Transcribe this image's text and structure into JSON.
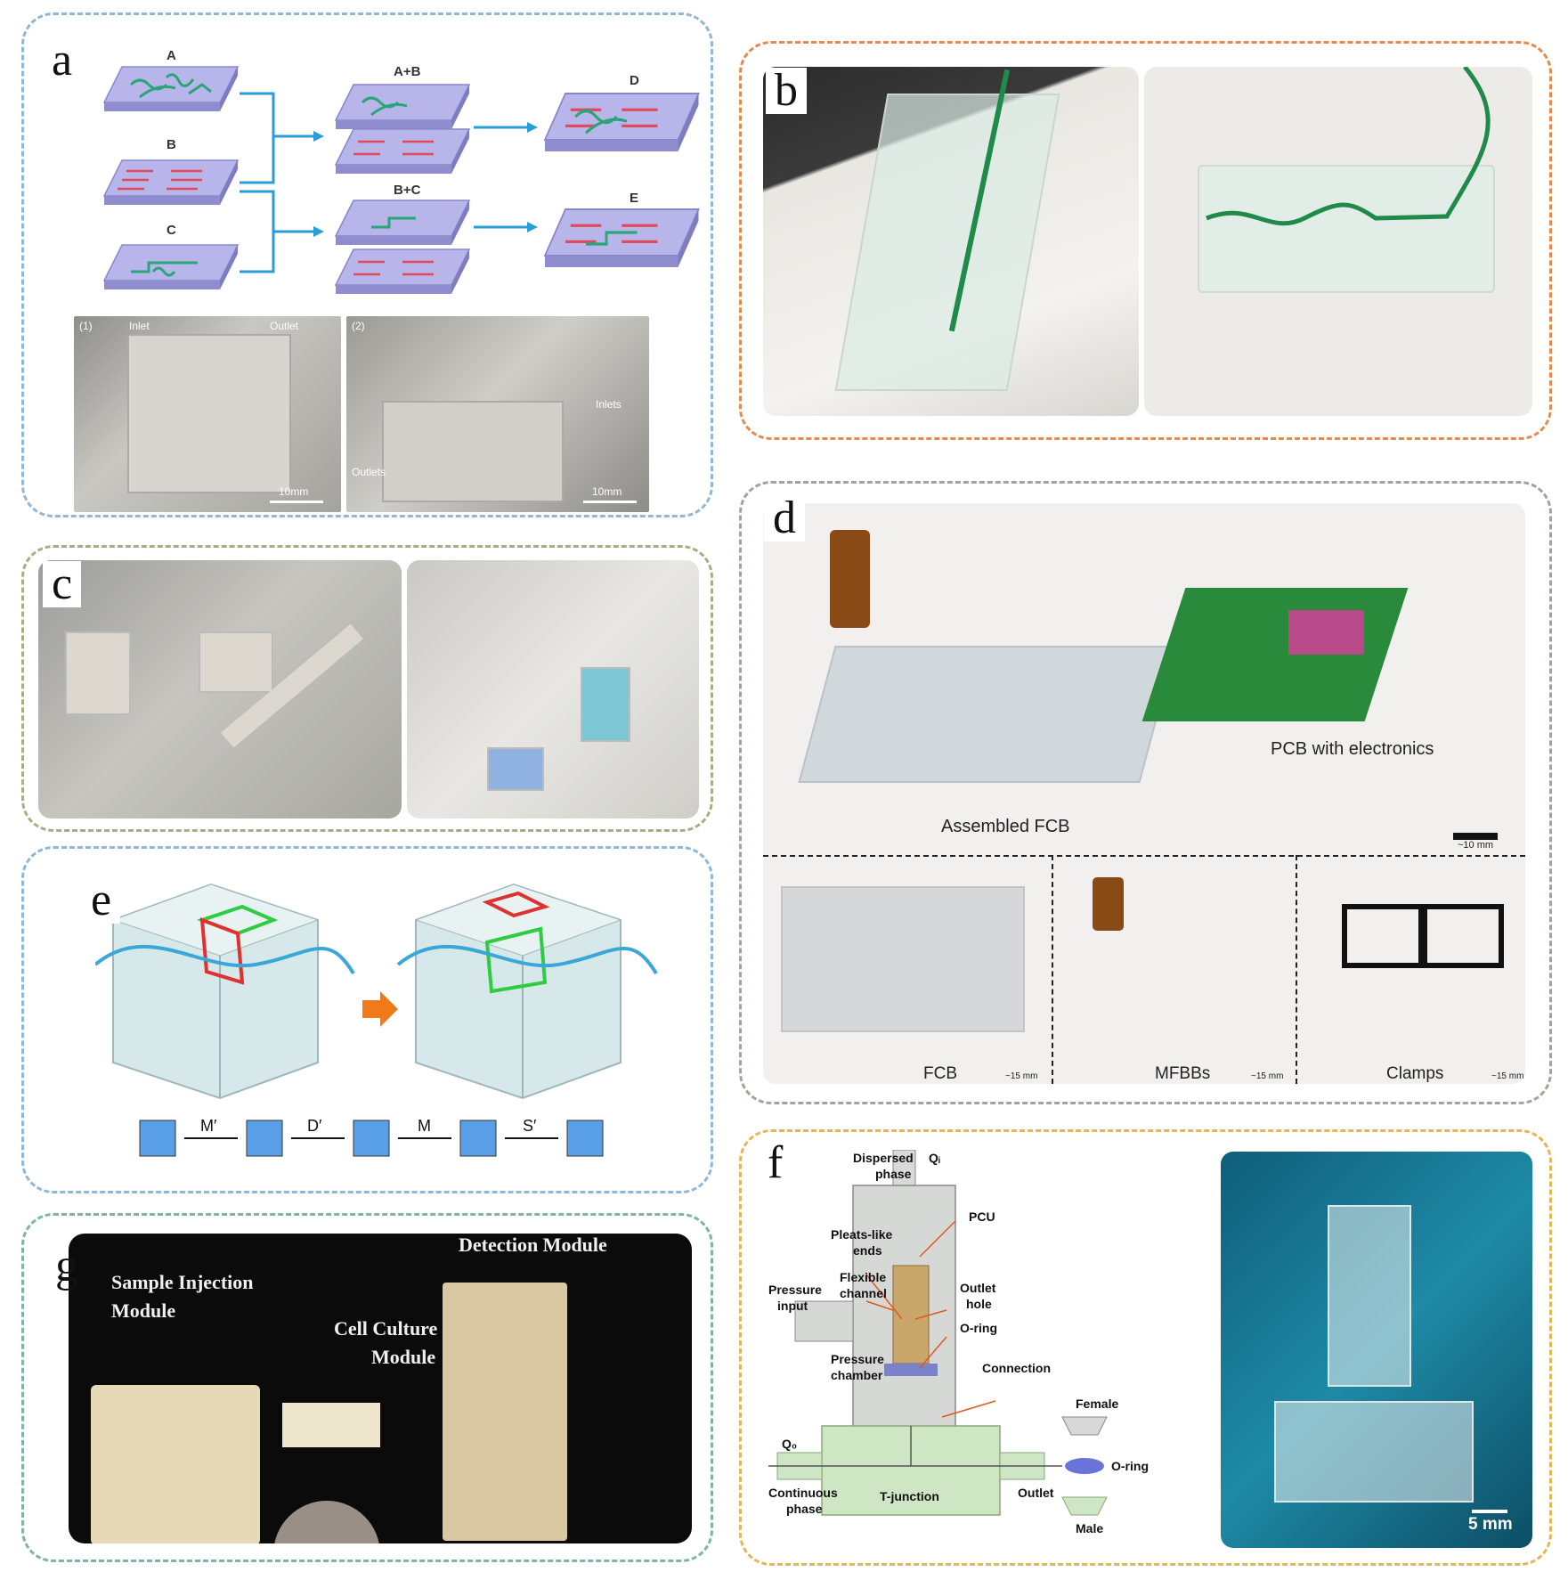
{
  "colors": {
    "panel_a": "#8fb7d6",
    "panel_b": "#e58a4e",
    "panel_c": "#a8ad86",
    "panel_d": "#a9a09c",
    "panel_e": "#8fb7d6",
    "panel_f": "#e0b75a",
    "panel_g": "#7fb3a5",
    "chip": "#b3b2e6",
    "channel_green": "#2aa57a",
    "channel_red": "#e04a5a",
    "arrow_blue": "#2a9dd8"
  },
  "panel_a": {
    "label": "a",
    "layers": {
      "a": "A",
      "b": "B",
      "c": "C",
      "ab": "A+B",
      "bc": "B+C",
      "d": "D",
      "e": "E"
    },
    "photo1": {
      "tag": "(1)",
      "inlet": "Inlet",
      "outlet": "Outlet",
      "scale": "10mm"
    },
    "photo2": {
      "tag": "(2)",
      "inlets": "Inlets",
      "outlets": "Outlets",
      "scale": "10mm"
    }
  },
  "panel_b": {
    "label": "b"
  },
  "panel_c": {
    "label": "c"
  },
  "panel_d": {
    "label": "d",
    "pcb": "PCB with electronics",
    "fcb": "Assembled FCB",
    "scale_main": "~10 mm",
    "sub": [
      {
        "label": "FCB",
        "scale": "~15 mm"
      },
      {
        "label": "MFBBs",
        "scale": "~15 mm"
      },
      {
        "label": "Clamps",
        "scale": "~15 mm"
      }
    ]
  },
  "panel_e": {
    "label": "e",
    "moves": [
      "M′",
      "D′",
      "M",
      "S′"
    ]
  },
  "panel_f": {
    "label": "f",
    "dispersed": "Dispersed\nphase",
    "qi": "Qᵢ",
    "pcu": "PCU",
    "pleats": "Pleats-like\nends",
    "flexible": "Flexible\nchannel",
    "pressure_input": "Pressure\ninput",
    "pressure_chamber": "Pressure\nchamber",
    "outlet_hole": "Outlet\nhole",
    "oring": "O-ring",
    "connection": "Connection",
    "female": "Female",
    "oring2": "O-ring",
    "male": "Male",
    "qo": "Q₀",
    "continuous": "Continuous\nphase",
    "tjunction": "T-junction",
    "outlet": "Outlet",
    "scale": "5 mm"
  },
  "panel_g": {
    "label": "g",
    "detection": "Detection Module",
    "injection": "Sample Injection\nModule",
    "culture": "Cell Culture\nModule"
  }
}
